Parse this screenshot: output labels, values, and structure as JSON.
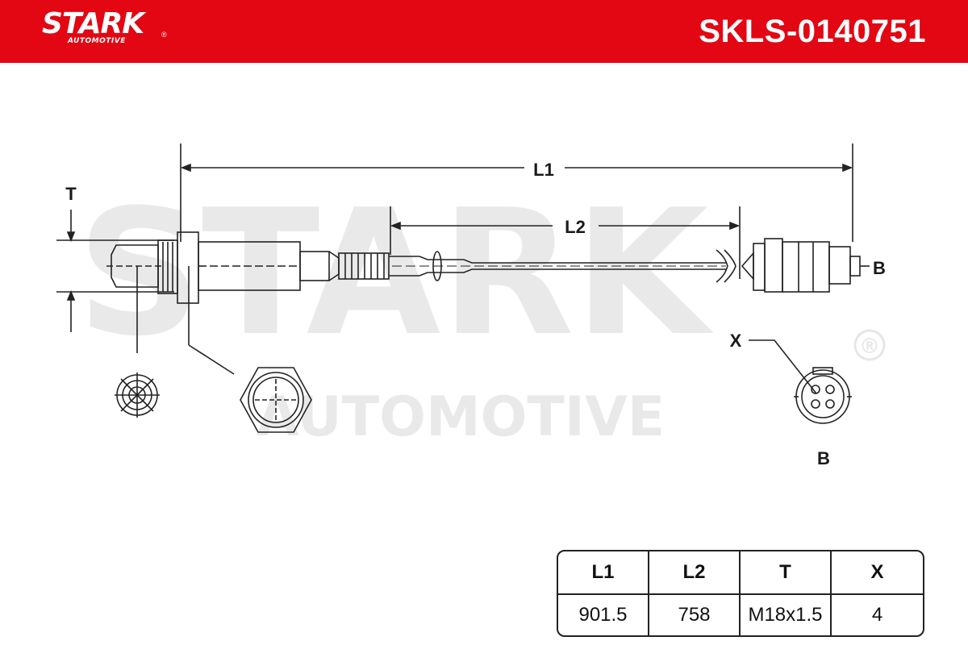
{
  "header": {
    "brand": "STARK",
    "brand_sub": "AUTOMOTIVE",
    "registered_mark": "®",
    "part_number": "SKLS-0140751",
    "background_color": "#e30613"
  },
  "watermark": {
    "brand": "STARK",
    "sub": "AUTOMOTIVE",
    "registered_mark": "®"
  },
  "drawing": {
    "labels": {
      "l1": "L1",
      "l2": "L2",
      "t": "T",
      "b_end": "B",
      "x": "X",
      "b_view": "B"
    }
  },
  "spec_table": {
    "headers": [
      "L1",
      "L2",
      "T",
      "X"
    ],
    "values": [
      "901.5",
      "758",
      "M18x1.5",
      "4"
    ]
  }
}
